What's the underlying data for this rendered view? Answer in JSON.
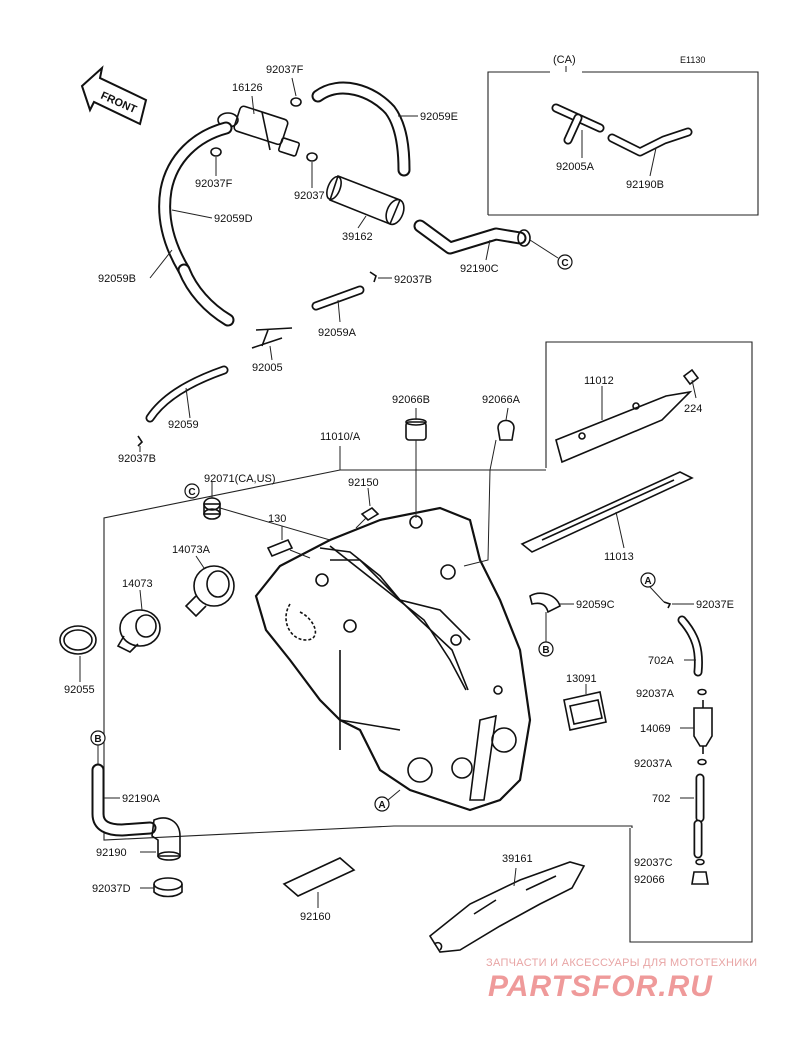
{
  "diagram_code": "E1130",
  "front_label": "FRONT",
  "variant_box_title": "(CA)",
  "callout_letters": {
    "a": "A",
    "b": "B",
    "c": "C"
  },
  "labels": {
    "p92037F_top": "92037F",
    "p16126": "16126",
    "p92059E": "92059E",
    "p92037F_left": "92037F",
    "p92037": "92037",
    "p92059D": "92059D",
    "p39162": "39162",
    "p92190C": "92190C",
    "p92059B": "92059B",
    "p92037B_mid": "92037B",
    "p92059A": "92059A",
    "p92005": "92005",
    "p92059": "92059",
    "p92037B_left": "92037B",
    "p92005A": "92005A",
    "p92190B": "92190B",
    "p11012": "11012",
    "p224": "224",
    "p92066B": "92066B",
    "p92066A": "92066A",
    "p11010A": "11010/A",
    "p92071": "92071(CA,US)",
    "p92150": "92150",
    "p130": "130",
    "p11013": "11013",
    "p14073A": "14073A",
    "p14073": "14073",
    "p92059C": "92059C",
    "p92037E": "92037E",
    "p92055": "92055",
    "p13091": "13091",
    "p702A": "702A",
    "p92037A_1": "92037A",
    "p14069": "14069",
    "p92037A_2": "92037A",
    "p702": "702",
    "p92190A": "92190A",
    "p92190": "92190",
    "p92037D": "92037D",
    "p39161": "39161",
    "p92037C": "92037C",
    "p92066": "92066",
    "p92160": "92160"
  },
  "watermark": {
    "caption": "ЗАПЧАСТИ И АКСЕССУАРЫ ДЛЯ МОТОТЕХНИКИ",
    "brand": "PARTSFOR.RU"
  }
}
